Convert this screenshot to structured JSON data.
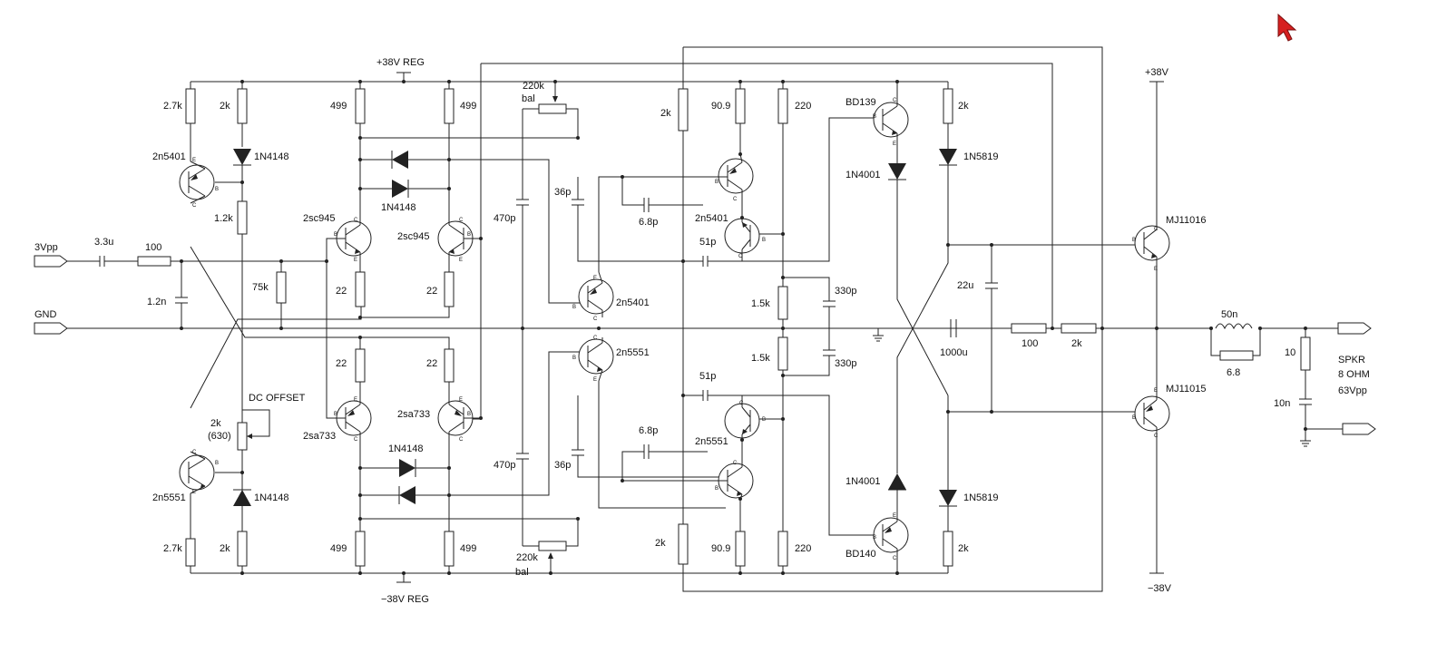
{
  "supply": {
    "pos_reg": "+38V REG",
    "neg_reg": "−38V REG",
    "pos": "+38V",
    "neg": "−38V"
  },
  "io": {
    "input": "3Vpp",
    "ground": "GND",
    "speaker": "SPKR",
    "speaker_impedance": "8 OHM",
    "speaker_swing": "63Vpp",
    "dc_offset": "DC OFFSET",
    "bal": "bal"
  },
  "resistors": {
    "r_2k7_top": "2.7k",
    "r_2k_top": "2k",
    "r_1k2": "1.2k",
    "r_100_in": "100",
    "r_75k": "75k",
    "r_499_tl": "499",
    "r_499_tr": "499",
    "r_22_tl": "22",
    "r_22_tr": "22",
    "r_22_bl": "22",
    "r_22_br": "22",
    "r_499_bl": "499",
    "r_499_br": "499",
    "r_2k7_bot": "2.7k",
    "r_2k_bot": "2k",
    "pot_dc": "2k",
    "pot_dc_sub": "(630)",
    "pot_bal_top": "220k",
    "pot_bal_bot": "220k",
    "r_2k_vas_top": "2k",
    "r_2k_vas_bot": "2k",
    "r_90_9_top": "90.9",
    "r_90_9_bot": "90.9",
    "r_220_top": "220",
    "r_220_bot": "220",
    "r_1k5_top": "1.5k",
    "r_1k5_bot": "1.5k",
    "r_2k_drv_top": "2k",
    "r_2k_drv_bot": "2k",
    "r_100_fb": "100",
    "r_2k_fb": "2k",
    "r_6_8": "6.8",
    "r_10": "10"
  },
  "capacitors": {
    "c_3u3": "3.3u",
    "c_1n2": "1.2n",
    "c_470p_top": "470p",
    "c_470p_bot": "470p",
    "c_36p_top": "36p",
    "c_36p_bot": "36p",
    "c_6p8_top": "6.8p",
    "c_6p8_bot": "6.8p",
    "c_51p_top": "51p",
    "c_51p_bot": "51p",
    "c_330p_top": "330p",
    "c_330p_bot": "330p",
    "c_22u": "22u",
    "c_1000u": "1000u",
    "c_10n": "10n"
  },
  "inductors": {
    "l_50n": "50n"
  },
  "diodes": {
    "d_in_top": "1N4148",
    "d_mid_top": "1N4148",
    "d_mid_bot": "1N4148",
    "d_in_bot": "1N4148",
    "d_4001_top": "1N4001",
    "d_4001_bot": "1N4001",
    "d_5819_top": "1N5819",
    "d_5819_bot": "1N5819"
  },
  "transistors": {
    "q_2n5401_src": "2n5401",
    "q_2n5551_src": "2n5551",
    "q_2sc945_l": "2sc945",
    "q_2sc945_r": "2sc945",
    "q_2sa733_l": "2sa733",
    "q_2sa733_r": "2sa733",
    "q_2n5401_vas": "2n5401",
    "q_2n5551_vas": "2n5551",
    "q_2n5401_casc": "2n5401",
    "q_2n5551_casc": "2n5551",
    "q_bd139": "BD139",
    "q_bd140": "BD140",
    "q_mj11016": "MJ11016",
    "q_mj11015": "MJ11015"
  },
  "pins": {
    "c": "C",
    "b": "B",
    "e": "E"
  },
  "colors": {
    "ink": "#222222",
    "cursor": "#d62020",
    "background": "#ffffff"
  },
  "cursor": {
    "icon": "mouse-pointer-icon"
  }
}
